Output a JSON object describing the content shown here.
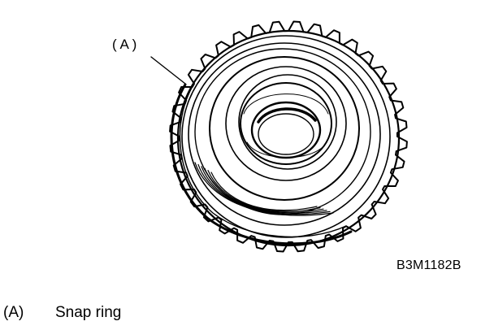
{
  "diagram": {
    "callout_label": "( A )",
    "figure_code": "B3M1182B"
  },
  "legend": [
    {
      "key": "(A)",
      "text": "Snap ring"
    }
  ],
  "colors": {
    "ink": "#000000",
    "background": "#ffffff"
  }
}
